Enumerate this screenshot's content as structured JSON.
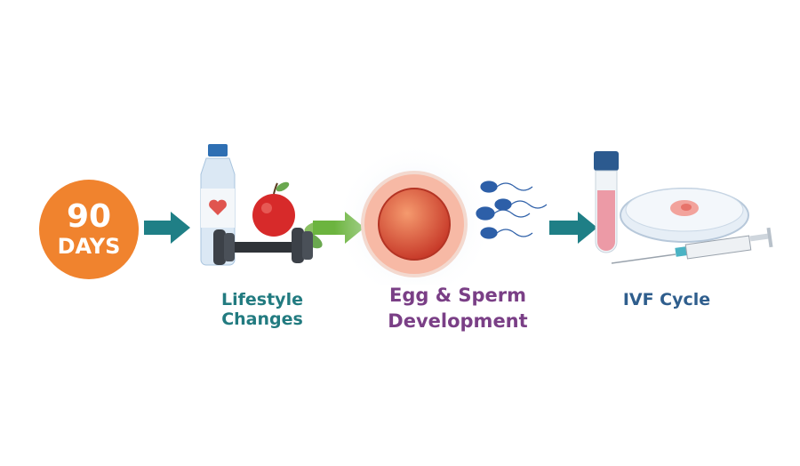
{
  "badge": {
    "number": "90",
    "unit": "DAYS",
    "color": "#f0832e"
  },
  "steps": [
    {
      "label": "Lifestyle Changes",
      "color": "#227b80",
      "icons": [
        "water-bottle",
        "apple",
        "dumbbell"
      ]
    },
    {
      "label_line1": "Egg & Sperm",
      "label_line2": "Development",
      "color": "#7a3f86",
      "icons": [
        "egg-cell",
        "sperm-cells"
      ]
    },
    {
      "label": "IVF Cycle",
      "color": "#2f5e8d",
      "icons": [
        "test-tube",
        "petri-dish",
        "syringe"
      ]
    }
  ],
  "arrows": [
    {
      "color": "#1f7f86"
    },
    {
      "color": "#6cb43f"
    },
    {
      "color": "#1f7f86"
    }
  ]
}
